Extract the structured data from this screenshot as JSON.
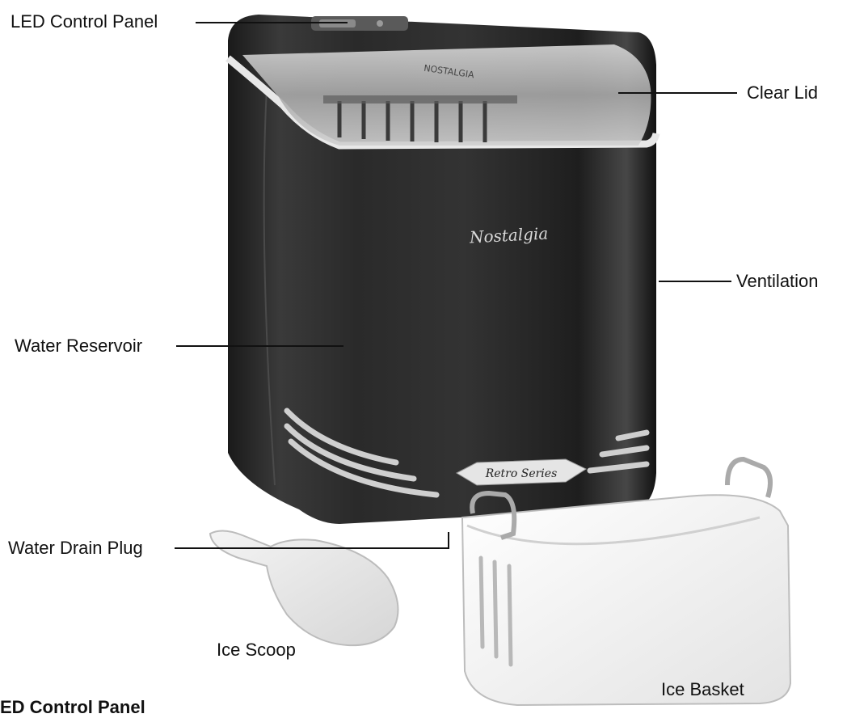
{
  "product": {
    "brand_script": "Nostalgia",
    "lid_brand": "NOSTALGIA",
    "badge_text": "Retro Series"
  },
  "labels": {
    "led_control_panel": "LED Control Panel",
    "clear_lid": "Clear Lid",
    "ventilation": "Ventilation",
    "water_reservoir": "Water Reservoir",
    "water_drain_plug": "Water Drain Plug",
    "ice_scoop": "Ice Scoop",
    "ice_basket": "Ice Basket"
  },
  "section_heading": "ED Control Panel"
}
